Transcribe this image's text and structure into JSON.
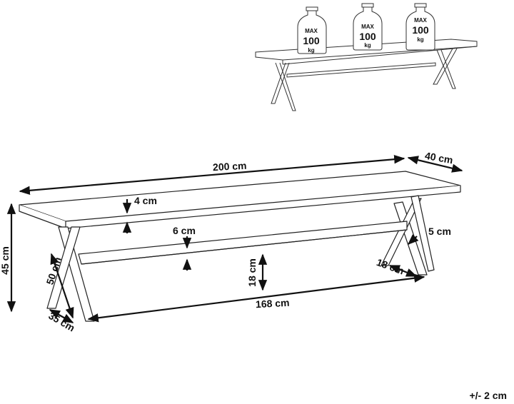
{
  "weights": [
    {
      "title": "MAX",
      "value": "100",
      "unit": "kg"
    },
    {
      "title": "MAX",
      "value": "100",
      "unit": "kg"
    },
    {
      "title": "MAX",
      "value": "100",
      "unit": "kg"
    }
  ],
  "dimensions": {
    "length": "200 cm",
    "depth": "40 cm",
    "height": "45 cm",
    "top_thickness": "4 cm",
    "crossbar_height": "6 cm",
    "leg_thickness": "5 cm",
    "leg_length": "50 cm",
    "leg_width": "35 cm",
    "crossbar_depth": "18 cm",
    "crossbar_clearance": "18 cm",
    "leg_span": "168 cm"
  },
  "tolerance": "+/- 2 cm",
  "colors": {
    "line": "#222222",
    "background": "#ffffff"
  }
}
